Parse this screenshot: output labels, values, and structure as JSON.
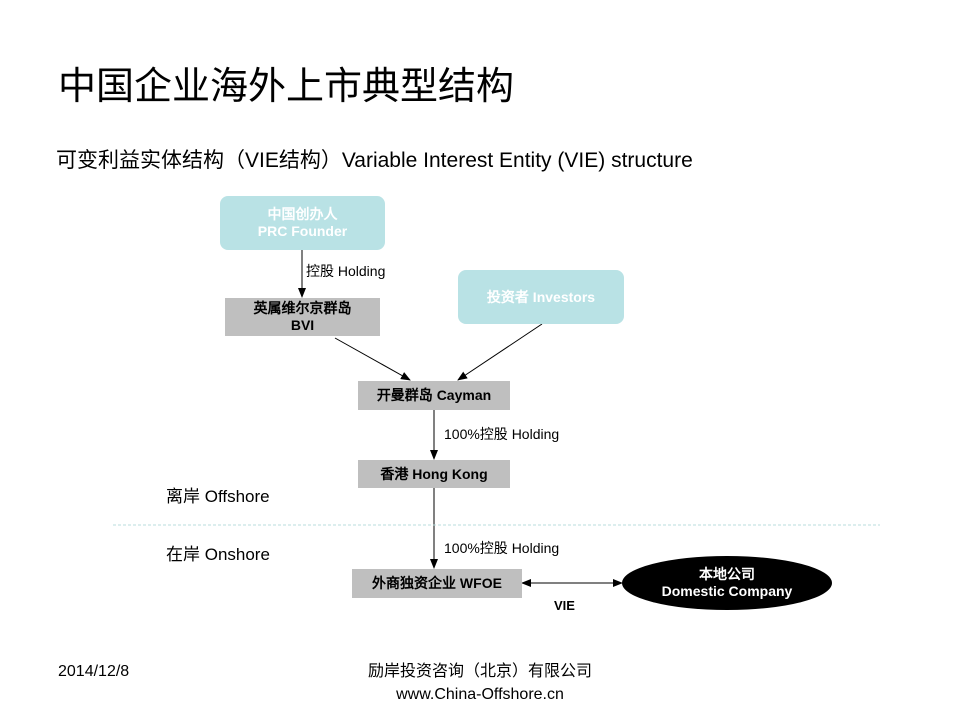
{
  "title": "中国企业海外上市典型结构",
  "subtitle": "可变利益实体结构（VIE结构）Variable Interest Entity (VIE) structure",
  "nodes": {
    "founder": {
      "line1": "中国创办人",
      "line2": "PRC Founder"
    },
    "investors": {
      "label": "投资者 Investors"
    },
    "bvi": {
      "line1": "英属维尔京群岛",
      "line2": "BVI"
    },
    "cayman": {
      "label": "开曼群岛 Cayman"
    },
    "hongkong": {
      "label": "香港 Hong Kong"
    },
    "wfoe": {
      "label": "外商独资企业 WFOE"
    },
    "domestic": {
      "line1": "本地公司",
      "line2": "Domestic Company"
    }
  },
  "edges": {
    "founder_bvi": "控股 Holding",
    "cayman_hk": "100%控股 Holding",
    "hk_wfoe": "100%控股 Holding",
    "wfoe_domestic": "VIE"
  },
  "zones": {
    "offshore": "离岸 Offshore",
    "onshore": "在岸 Onshore"
  },
  "footer": {
    "date": "2014/12/8",
    "company": "励岸投资咨询（北京）有限公司",
    "url": "www.China-Offshore.cn"
  },
  "colors": {
    "teal_box": "#b9e2e5",
    "gray_box": "#bfbfbf",
    "divider": "#b9dcdc"
  }
}
